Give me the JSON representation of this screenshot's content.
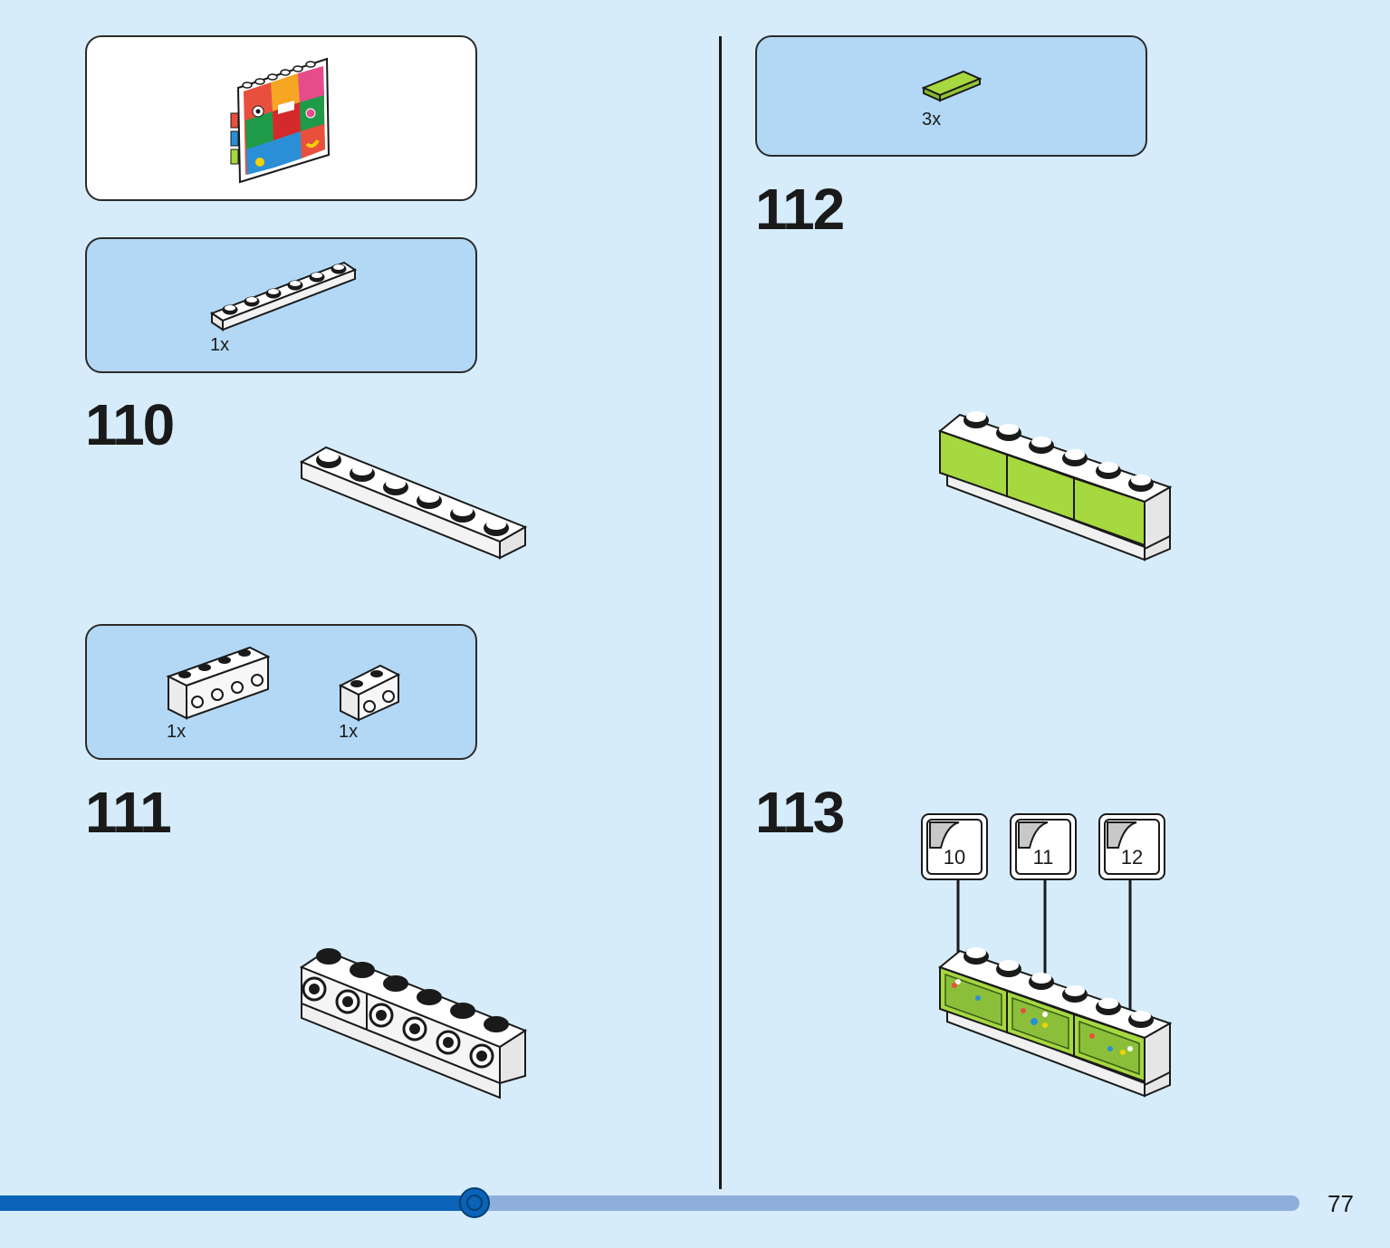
{
  "callout": {
    "parts_110": {
      "qty": "1x"
    },
    "parts_111": {
      "qty_a": "1x",
      "qty_b": "1x"
    },
    "parts_112": {
      "qty": "3x"
    }
  },
  "steps": [
    "110",
    "111",
    "112",
    "113"
  ],
  "stickers": [
    "10",
    "11",
    "12"
  ],
  "page": {
    "number": "77",
    "progress": 0.365
  },
  "colors": {
    "background": "#d6ecfb",
    "callout_blue": "#b3d8f5",
    "progress_fill": "#0a63b6",
    "progress_track": "#8eaedc",
    "lime": "#a6d83f"
  }
}
